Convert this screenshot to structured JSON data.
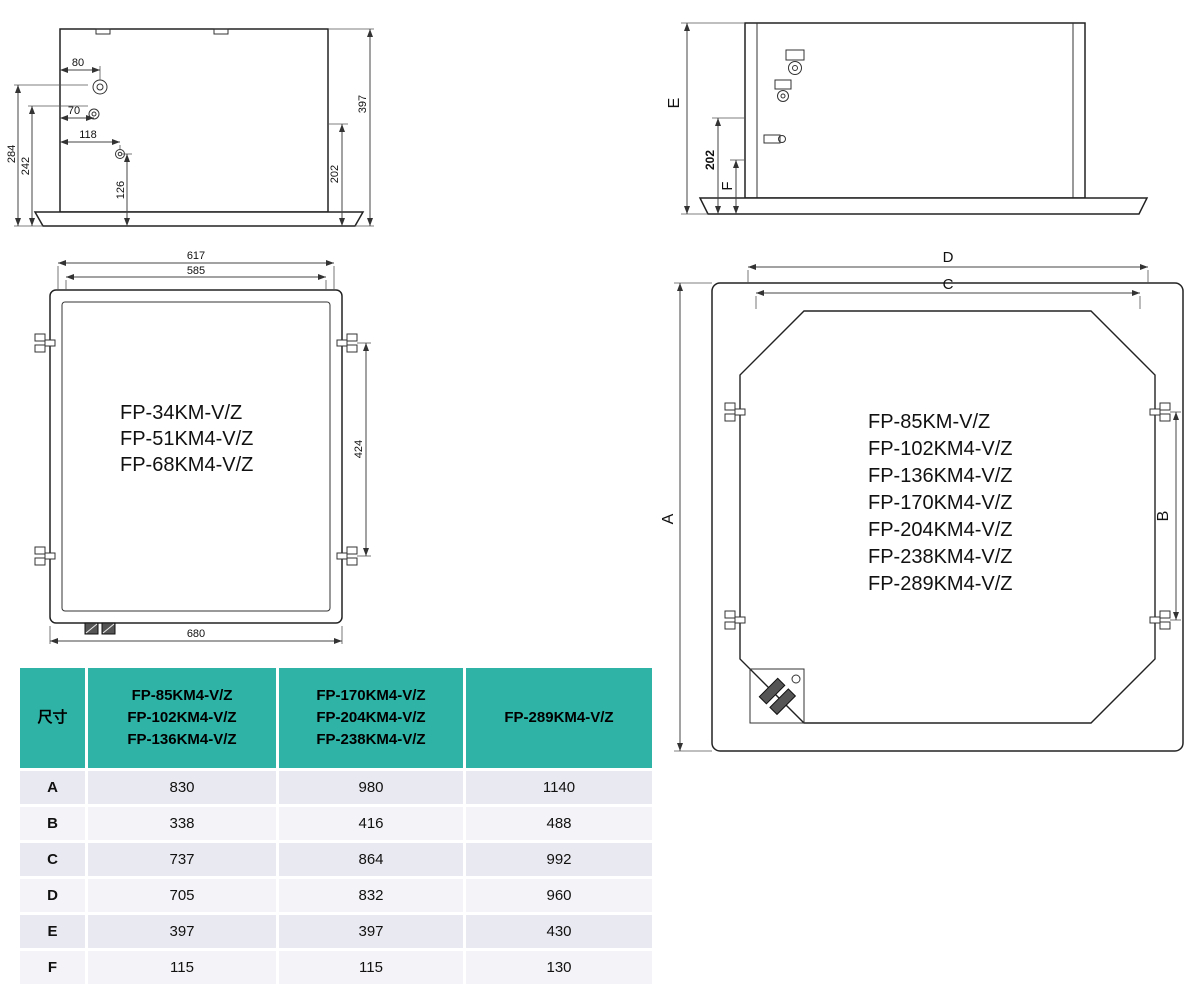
{
  "colors": {
    "teal": "#2eb3a6",
    "row_odd": "#e9e9f1",
    "row_even": "#f4f4f8"
  },
  "side_small": {
    "d80": "80",
    "d70": "70",
    "d118": "118",
    "d126": "126",
    "d284": "284",
    "d242": "242",
    "d397": "397",
    "d202": "202"
  },
  "side_large": {
    "dE": "E",
    "dF": "F",
    "d202": "202"
  },
  "front_small": {
    "d617": "617",
    "d585": "585",
    "d424": "424",
    "d680": "680",
    "models": [
      "FP-34KM-V/Z",
      "FP-51KM4-V/Z",
      "FP-68KM4-V/Z"
    ]
  },
  "front_large": {
    "dA": "A",
    "dB": "B",
    "dC": "C",
    "dD": "D",
    "models": [
      "FP-85KM-V/Z",
      "FP-102KM4-V/Z",
      "FP-136KM4-V/Z",
      "FP-170KM4-V/Z",
      "FP-204KM4-V/Z",
      "FP-238KM4-V/Z",
      "FP-289KM4-V/Z"
    ]
  },
  "table": {
    "size_label": "尺寸",
    "col1": "FP-85KM4-V/Z\nFP-102KM4-V/Z\nFP-136KM4-V/Z",
    "col2": "FP-170KM4-V/Z\nFP-204KM4-V/Z\nFP-238KM4-V/Z",
    "col3": "FP-289KM4-V/Z",
    "rows": [
      {
        "label": "A",
        "v1": "830",
        "v2": "980",
        "v3": "1140"
      },
      {
        "label": "B",
        "v1": "338",
        "v2": "416",
        "v3": "488"
      },
      {
        "label": "C",
        "v1": "737",
        "v2": "864",
        "v3": "992"
      },
      {
        "label": "D",
        "v1": "705",
        "v2": "832",
        "v3": "960"
      },
      {
        "label": "E",
        "v1": "397",
        "v2": "397",
        "v3": "430"
      },
      {
        "label": "F",
        "v1": "115",
        "v2": "115",
        "v3": "130"
      }
    ]
  }
}
